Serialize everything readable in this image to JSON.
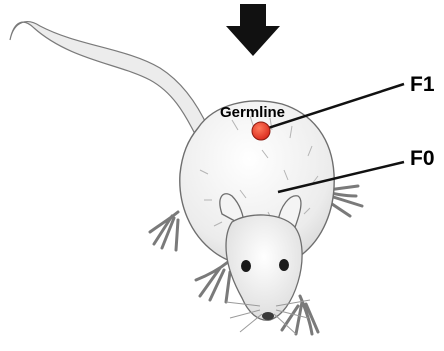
{
  "labels": {
    "germline": "Germline",
    "f1": "F1",
    "f0": "F0"
  },
  "colors": {
    "germline_dot": "#e8321e",
    "arrow": "#111111",
    "body_fill": "#f2f2f2",
    "outline": "#6e6e6e"
  },
  "icons": {
    "arrow": "down-arrow-icon",
    "mouse": "mouse-illustration"
  }
}
